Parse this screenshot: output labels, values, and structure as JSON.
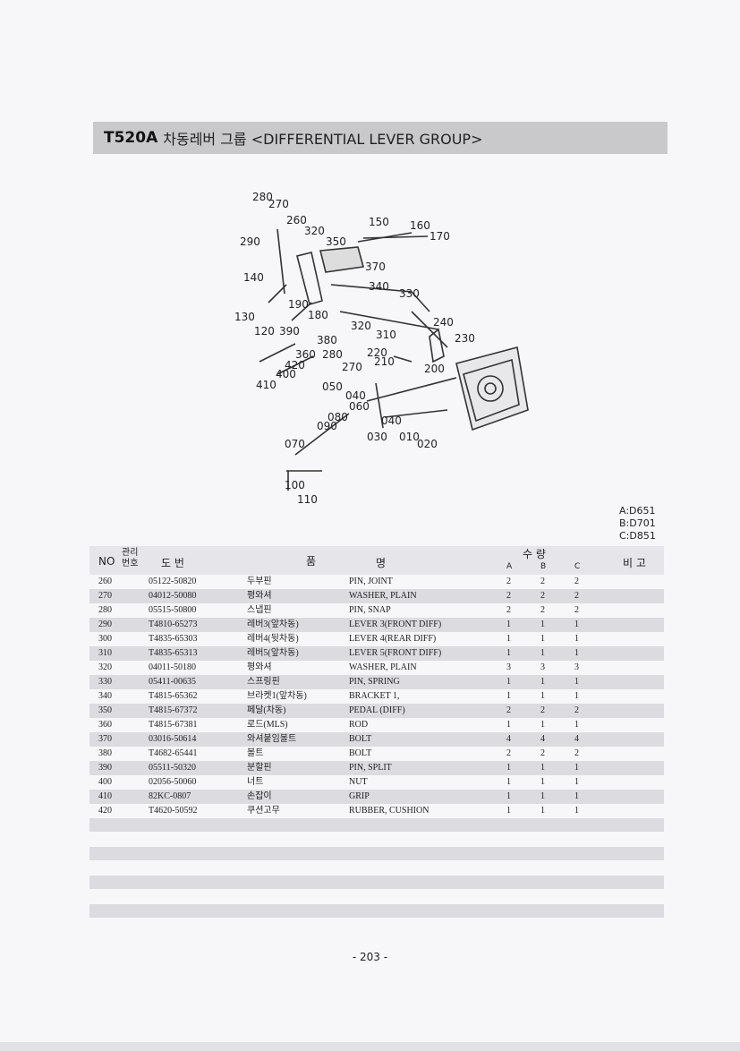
{
  "header": {
    "code": "T520A",
    "title": "차동레버 그룹 <DIFFERENTIAL LEVER GROUP>"
  },
  "diagram_labels": [
    "280",
    "270",
    "260",
    "320",
    "350",
    "150",
    "160",
    "170",
    "290",
    "370",
    "140",
    "340",
    "330",
    "190",
    "180",
    "130",
    "120",
    "390",
    "320",
    "240",
    "310",
    "380",
    "230",
    "360",
    "280",
    "220",
    "210",
    "420",
    "270",
    "200",
    "400",
    "410",
    "050",
    "040",
    "060",
    "080",
    "040",
    "090",
    "030",
    "010",
    "020",
    "070",
    "100",
    "110"
  ],
  "models": [
    "A:D651",
    "B:D701",
    "C:D851"
  ],
  "table": {
    "headers": {
      "no": "NO",
      "mgmt": "관리 번호",
      "drawing": "도  번",
      "item": "품",
      "name": "명",
      "qty": "수  량",
      "a": "A",
      "b": "B",
      "c": "C",
      "remark": "비 고"
    },
    "rows": [
      {
        "no": "260",
        "part": "05122-50820",
        "ko": "두부핀",
        "name": "PIN, JOINT",
        "a": "2",
        "b": "2",
        "c": "2"
      },
      {
        "no": "270",
        "part": "04012-50080",
        "ko": "평와셔",
        "name": "WASHER, PLAIN",
        "a": "2",
        "b": "2",
        "c": "2"
      },
      {
        "no": "280",
        "part": "05515-50800",
        "ko": "스냅핀",
        "name": "PIN, SNAP",
        "a": "2",
        "b": "2",
        "c": "2"
      },
      {
        "no": "290",
        "part": "T4810-65273",
        "ko": "레버3(앞차동)",
        "name": "LEVER 3(FRONT DIFF)",
        "a": "1",
        "b": "1",
        "c": "1"
      },
      {
        "no": "300",
        "part": "T4835-65303",
        "ko": "레버4(뒷차동)",
        "name": "LEVER 4(REAR DIFF)",
        "a": "1",
        "b": "1",
        "c": "1"
      },
      {
        "no": "310",
        "part": "T4835-65313",
        "ko": "레버5(앞차동)",
        "name": "LEVER 5(FRONT DIFF)",
        "a": "1",
        "b": "1",
        "c": "1"
      },
      {
        "no": "320",
        "part": "04011-50180",
        "ko": "평와셔",
        "name": "WASHER, PLAIN",
        "a": "3",
        "b": "3",
        "c": "3"
      },
      {
        "no": "330",
        "part": "05411-00635",
        "ko": "스프링핀",
        "name": "PIN, SPRING",
        "a": "1",
        "b": "1",
        "c": "1"
      },
      {
        "no": "340",
        "part": "T4815-65362",
        "ko": "브라켓1(앞차동)",
        "name": "BRACKET 1,",
        "a": "1",
        "b": "1",
        "c": "1"
      },
      {
        "no": "350",
        "part": "T4815-67372",
        "ko": "페달(차동)",
        "name": "PEDAL (DIFF)",
        "a": "2",
        "b": "2",
        "c": "2"
      },
      {
        "no": "360",
        "part": "T4815-67381",
        "ko": "로드(MLS)",
        "name": "ROD",
        "a": "1",
        "b": "1",
        "c": "1"
      },
      {
        "no": "370",
        "part": "03016-50614",
        "ko": "와셔붙임볼트",
        "name": "BOLT",
        "a": "4",
        "b": "4",
        "c": "4"
      },
      {
        "no": "380",
        "part": "T4682-65441",
        "ko": "볼트",
        "name": "BOLT",
        "a": "2",
        "b": "2",
        "c": "2"
      },
      {
        "no": "390",
        "part": "05511-50320",
        "ko": "분할핀",
        "name": "PIN, SPLIT",
        "a": "1",
        "b": "1",
        "c": "1"
      },
      {
        "no": "400",
        "part": "02056-50060",
        "ko": "너트",
        "name": "NUT",
        "a": "1",
        "b": "1",
        "c": "1"
      },
      {
        "no": "410",
        "part": "82KC-0807",
        "ko": "손잡이",
        "name": "GRIP",
        "a": "1",
        "b": "1",
        "c": "1"
      },
      {
        "no": "420",
        "part": "T4620-50592",
        "ko": "쿠션고무",
        "name": "RUBBER, CUSHION",
        "a": "1",
        "b": "1",
        "c": "1"
      }
    ]
  },
  "page_number": "- 203 -"
}
